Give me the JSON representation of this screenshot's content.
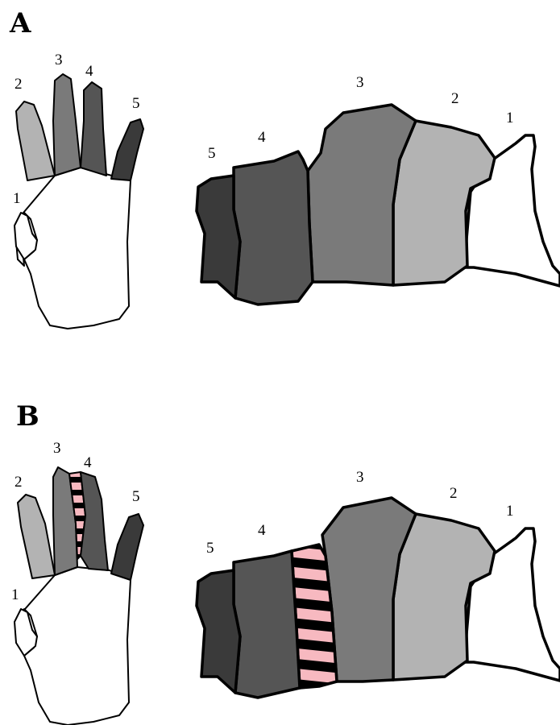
{
  "panels": [
    {
      "id": "A",
      "label": "A",
      "hand_digits": [
        "1",
        "2",
        "3",
        "4",
        "5"
      ],
      "map_digits": [
        "5",
        "4",
        "3",
        "2",
        "1"
      ],
      "has_fused_region": false
    },
    {
      "id": "B",
      "label": "B",
      "hand_digits": [
        "1",
        "2",
        "3",
        "4",
        "5"
      ],
      "map_digits": [
        "5",
        "4",
        "3",
        "2",
        "1"
      ],
      "has_fused_region": true
    }
  ],
  "colors": {
    "digit1": "#ffffff",
    "digit2": "#b3b3b3",
    "digit3": "#7a7a7a",
    "digit4": "#555555",
    "digit5": "#3a3a3a",
    "fused_fill": "#f7b9c0",
    "fused_stripe": "#000000",
    "outline": "#000000"
  }
}
